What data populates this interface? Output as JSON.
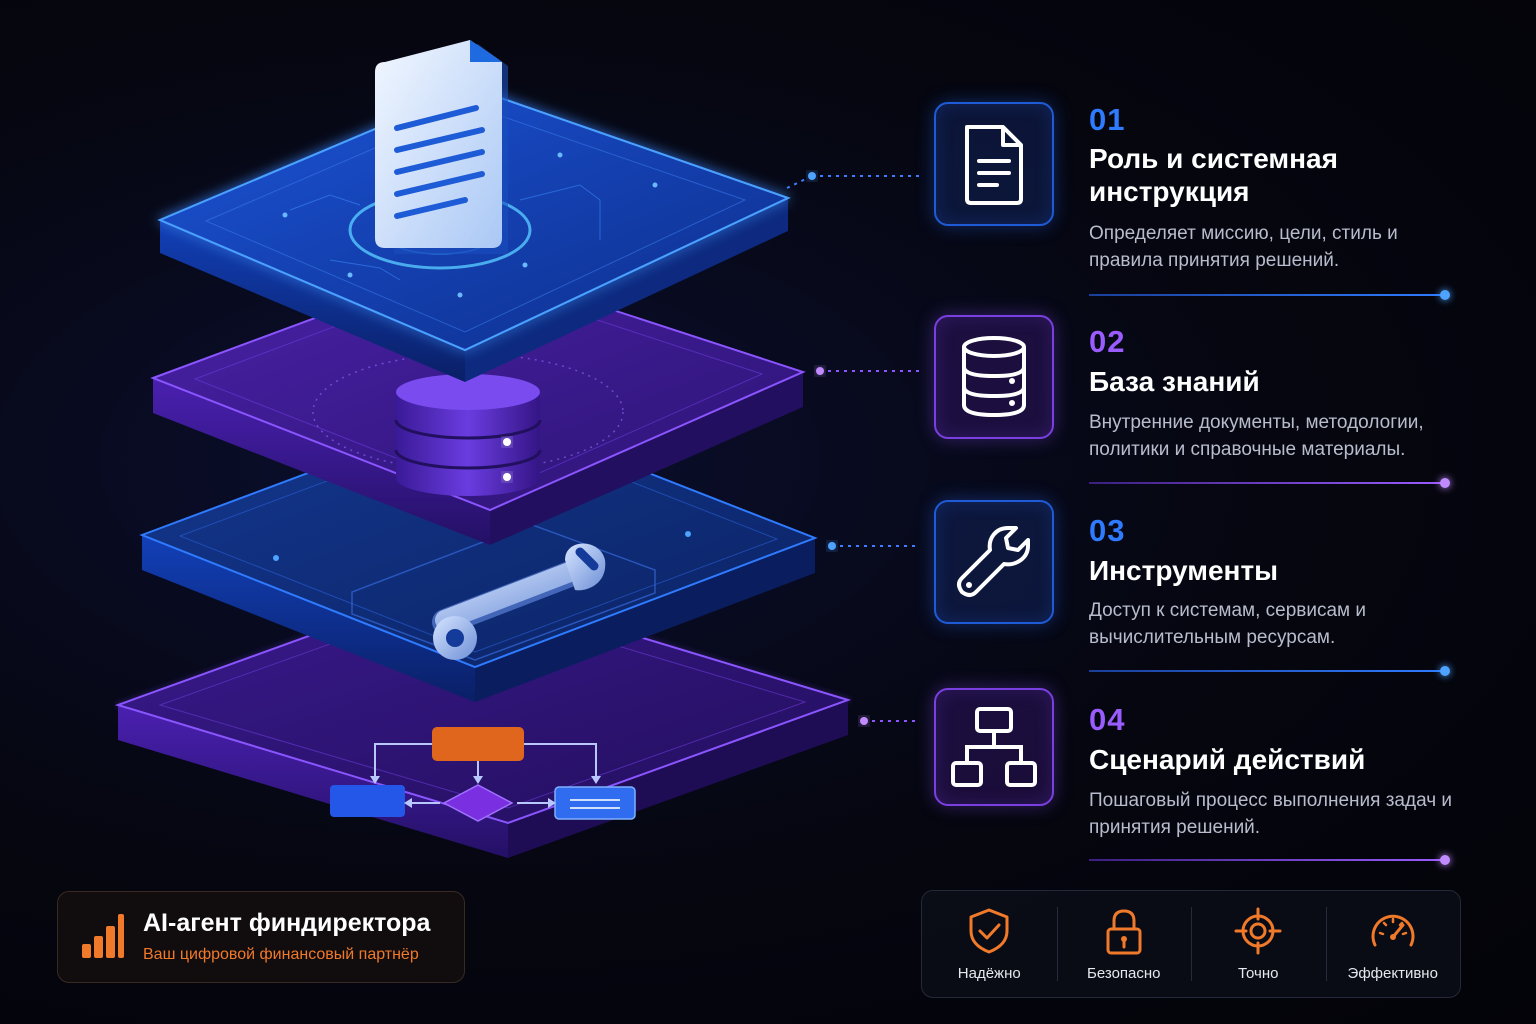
{
  "layers": [
    {
      "number": "01",
      "title": "Роль и системная инструкция",
      "description": "Определяет миссию, цели, стиль и правила принятия решений.",
      "icon": "document-icon",
      "accent": "#2f7bff"
    },
    {
      "number": "02",
      "title": "База знаний",
      "description": "Внутренние документы, методологии, политики и справочные материалы.",
      "icon": "database-icon",
      "accent": "#9a5cff"
    },
    {
      "number": "03",
      "title": "Инструменты",
      "description": "Доступ к системам, сервисам и вычислительным ресурсам.",
      "icon": "wrench-icon",
      "accent": "#2f7bff"
    },
    {
      "number": "04",
      "title": "Сценарий действий",
      "description": "Пошаговый процесс выполнения задач и принятия решений.",
      "icon": "flowchart-icon",
      "accent": "#9a5cff"
    }
  ],
  "brand": {
    "title": "AI-агент финдиректора",
    "subtitle": "Ваш цифровой финансовый партнёр",
    "icon": "bar-chart-icon",
    "accent": "#f07a2a"
  },
  "features": [
    {
      "label": "Надёжно",
      "icon": "shield-check-icon"
    },
    {
      "label": "Безопасно",
      "icon": "lock-icon"
    },
    {
      "label": "Точно",
      "icon": "target-icon"
    },
    {
      "label": "Эффективно",
      "icon": "speedometer-icon"
    }
  ]
}
